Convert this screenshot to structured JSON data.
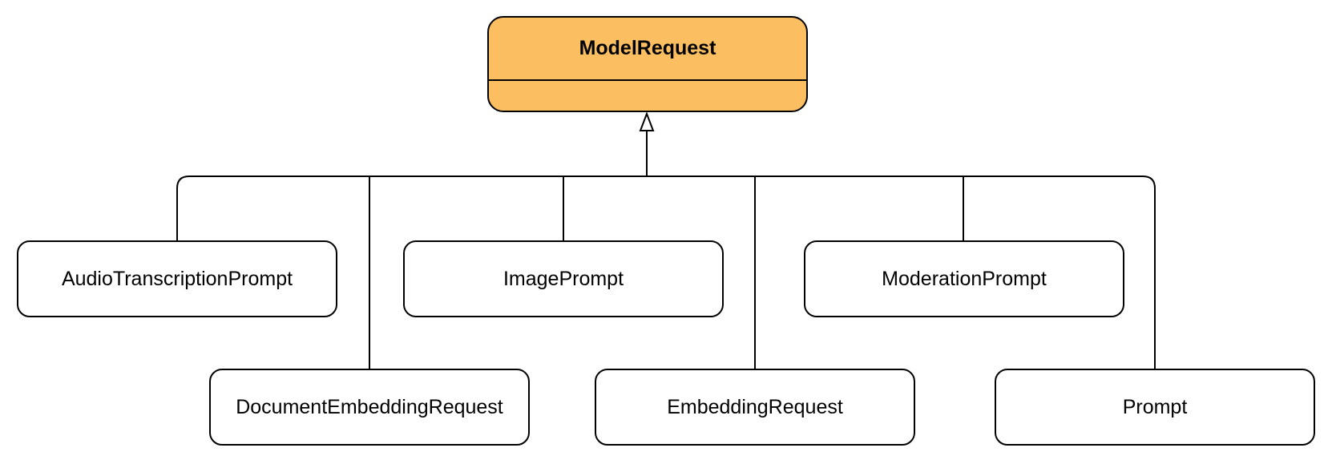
{
  "diagram": {
    "parent": {
      "label": "ModelRequest"
    },
    "children": [
      {
        "label": "AudioTranscriptionPrompt"
      },
      {
        "label": "ImagePrompt"
      },
      {
        "label": "ModerationPrompt"
      },
      {
        "label": "DocumentEmbeddingRequest"
      },
      {
        "label": "EmbeddingRequest"
      },
      {
        "label": "Prompt"
      }
    ],
    "colors": {
      "parent_fill": "#fbbf62",
      "node_fill": "#ffffff",
      "stroke": "#000000"
    }
  }
}
